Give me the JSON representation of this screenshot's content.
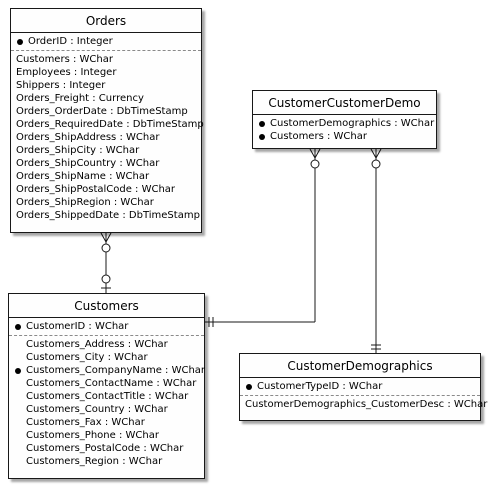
{
  "entities": {
    "orders": {
      "title": "Orders",
      "keys": [
        {
          "text": "OrderID : Integer",
          "mandatory": true
        }
      ],
      "fields": [
        {
          "text": "Customers : WChar",
          "mandatory": false
        },
        {
          "text": "Employees : Integer",
          "mandatory": false
        },
        {
          "text": "Shippers : Integer",
          "mandatory": false
        },
        {
          "text": "Orders_Freight : Currency",
          "mandatory": false
        },
        {
          "text": "Orders_OrderDate : DbTimeStamp",
          "mandatory": false
        },
        {
          "text": "Orders_RequiredDate : DbTimeStamp",
          "mandatory": false
        },
        {
          "text": "Orders_ShipAddress : WChar",
          "mandatory": false
        },
        {
          "text": "Orders_ShipCity : WChar",
          "mandatory": false
        },
        {
          "text": "Orders_ShipCountry : WChar",
          "mandatory": false
        },
        {
          "text": "Orders_ShipName : WChar",
          "mandatory": false
        },
        {
          "text": "Orders_ShipPostalCode : WChar",
          "mandatory": false
        },
        {
          "text": "Orders_ShipRegion : WChar",
          "mandatory": false
        },
        {
          "text": "Orders_ShippedDate : DbTimeStamp",
          "mandatory": false
        }
      ]
    },
    "customers": {
      "title": "Customers",
      "keys": [
        {
          "text": "CustomerID : WChar",
          "mandatory": true
        }
      ],
      "fields": [
        {
          "text": "Customers_Address : WChar",
          "mandatory": false
        },
        {
          "text": "Customers_City : WChar",
          "mandatory": false
        },
        {
          "text": "Customers_CompanyName : WChar",
          "mandatory": true
        },
        {
          "text": "Customers_ContactName : WChar",
          "mandatory": false
        },
        {
          "text": "Customers_ContactTitle : WChar",
          "mandatory": false
        },
        {
          "text": "Customers_Country : WChar",
          "mandatory": false
        },
        {
          "text": "Customers_Fax : WChar",
          "mandatory": false
        },
        {
          "text": "Customers_Phone : WChar",
          "mandatory": false
        },
        {
          "text": "Customers_PostalCode : WChar",
          "mandatory": false
        },
        {
          "text": "Customers_Region : WChar",
          "mandatory": false
        }
      ]
    },
    "customer_customer_demo": {
      "title": "CustomerCustomerDemo",
      "keys": [
        {
          "text": "CustomerDemographics : WChar",
          "mandatory": true
        },
        {
          "text": "Customers : WChar",
          "mandatory": true
        }
      ],
      "fields": []
    },
    "customer_demographics": {
      "title": "CustomerDemographics",
      "keys": [
        {
          "text": "CustomerTypeID : WChar",
          "mandatory": true
        }
      ],
      "fields": [
        {
          "text": "CustomerDemographics_CustomerDesc : WChar",
          "mandatory": false
        }
      ]
    }
  },
  "relationships": [
    {
      "from": "orders",
      "from_end": "zero-or-many",
      "to": "customers",
      "to_end": "zero-or-one"
    },
    {
      "from": "customer_customer_demo",
      "from_end": "zero-or-many",
      "to": "customers",
      "to_end": "exactly-one"
    },
    {
      "from": "customer_customer_demo",
      "from_end": "zero-or-many",
      "to": "customer_demographics",
      "to_end": "exactly-one"
    }
  ],
  "colors": {
    "background": "#ffffff",
    "entity_fill": "#fefefe",
    "border": "#181818",
    "separator": "#8a8a8a",
    "line": "#181818"
  }
}
